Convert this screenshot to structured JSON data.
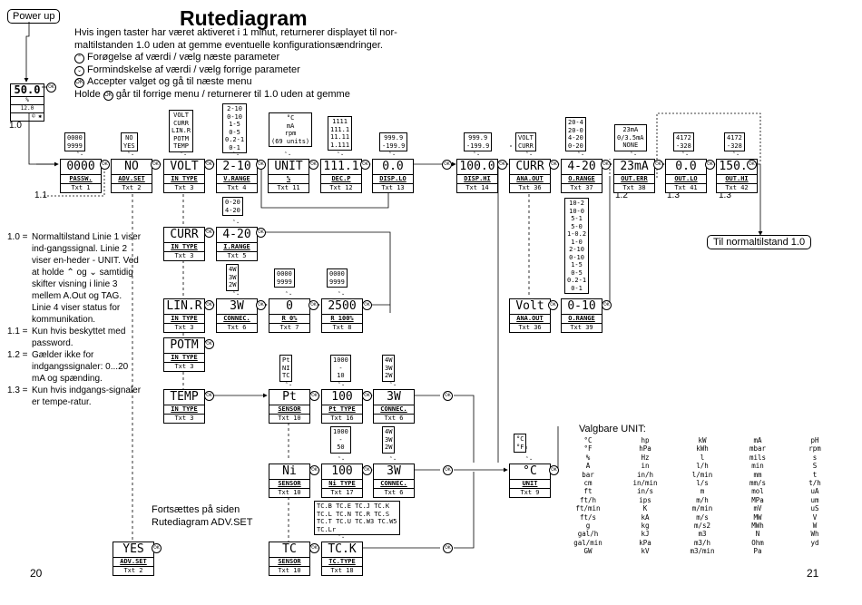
{
  "title": "Rutediagram",
  "intro": [
    "Hvis ingen taster har været aktiveret i 1 minut, returnerer displayet til nor-",
    "maltilstanden 1.0 uden at gemme eventuelle konfigurationsændringer.",
    "Forøgelse af værdi / vælg næste parameter",
    "Formindskelse af værdi / vælg forrige parameter",
    "Accepter valget og gå til næste menu",
    "Holde",
    "går til forrige menu / returnerer til 1.0 uden at gemme"
  ],
  "power_up": "Power up",
  "status_display": {
    "l1": "50.0",
    "l2": "%",
    "l3": "12.0",
    "l4": "© ✱"
  },
  "labels": {
    "s10": "1.0",
    "s11": "1.1",
    "s12": "1.2",
    "s13a": "1.3",
    "s13b": "1.3",
    "ok": "OK",
    "updn": "⌃⌄"
  },
  "notes": [
    {
      "k": "1.0 =",
      "t": "Normaltilstand Linie 1 viser ind-gangssignal. Linie 2 viser en-heder - UNIT. Ved at holde ⌃ og ⌄ samtidig skifter visning i linie 3 mellem A.Out og TAG. Linie 4 viser status for kommunikation."
    },
    {
      "k": "1.1 =",
      "t": "Kun hvis beskyttet med password."
    },
    {
      "k": "1.2 =",
      "t": "Gælder ikke for indgangssignaler: 0...20 mA og spænding."
    },
    {
      "k": "1.3 =",
      "t": "Kun hvis indgangs-signaler er tempe-ratur."
    }
  ],
  "to_normal": "Til normaltilstand 1.0",
  "continue_text": [
    "Fortsættes på siden",
    "Rutediagram ADV.SET"
  ],
  "page_left": "20",
  "page_right": "21",
  "menus": {
    "passw": {
      "l1": "0000",
      "l2": "PASSW.",
      "l3": "Txt 1"
    },
    "no": {
      "l1": "NO",
      "l2": "ADV.SET",
      "l3": "Txt 2"
    },
    "volt": {
      "l1": "VOLT",
      "l2": "IN TYPE",
      "l3": "Txt 3"
    },
    "vrange": {
      "l1": "2-10",
      "l2": "V.RANGE",
      "l3": "Txt 4"
    },
    "unit": {
      "l1": "UNIT",
      "l2": "%",
      "l3": "Txt 11"
    },
    "decp": {
      "l1": "111.1",
      "l2": "DEC.P",
      "l3": "Txt 12"
    },
    "displo": {
      "l1": "0.0",
      "l2": "DISP.LO",
      "l3": "Txt 13"
    },
    "disphi": {
      "l1": "100.0",
      "l2": "DISP.HI",
      "l3": "Txt 14"
    },
    "curr_out": {
      "l1": "CURR",
      "l2": "ANA.OUT",
      "l3": "Txt 36"
    },
    "orange": {
      "l1": "4-20",
      "l2": "O.RANGE",
      "l3": "Txt 37"
    },
    "outerr": {
      "l1": "23mA",
      "l2": "OUT.ERR",
      "l3": "Txt 38"
    },
    "outlo": {
      "l1": "0.0",
      "l2": "OUT.LO",
      "l3": "Txt 41"
    },
    "outhi": {
      "l1": "150.0",
      "l2": "OUT.HI",
      "l3": "Txt 42"
    },
    "curr_in": {
      "l1": "CURR",
      "l2": "IN TYPE",
      "l3": "Txt 3"
    },
    "irange": {
      "l1": "4-20",
      "l2": "I.RANGE",
      "l3": "Txt 5"
    },
    "linr": {
      "l1": "LIN.R",
      "l2": "IN TYPE",
      "l3": "Txt 3"
    },
    "connec6": {
      "l1": "3W",
      "l2": "CONNEC.",
      "l3": "Txt 6"
    },
    "r0": {
      "l1": "0",
      "l2": "R 0%",
      "l3": "Txt 7"
    },
    "r100": {
      "l1": "2500",
      "l2": "R 100%",
      "l3": "Txt 8"
    },
    "potm": {
      "l1": "POTM",
      "l2": "IN TYPE",
      "l3": "Txt 3"
    },
    "temp": {
      "l1": "TEMP",
      "l2": "IN TYPE",
      "l3": "Txt 3"
    },
    "pt": {
      "l1": "Pt",
      "l2": "SENSOR",
      "l3": "Txt 10"
    },
    "pt100": {
      "l1": "100",
      "l2": "Pt TYPE",
      "l3": "Txt 16"
    },
    "pt3w": {
      "l1": "3W",
      "l2": "CONNEC.",
      "l3": "Txt 6"
    },
    "volt_out": {
      "l1": "Volt",
      "l2": "ANA.OUT",
      "l3": "Txt 36"
    },
    "orange39": {
      "l1": "0-10",
      "l2": "O.RANGE",
      "l3": "Txt 39"
    },
    "ni": {
      "l1": "Ni",
      "l2": "SENSOR",
      "l3": "Txt 10"
    },
    "ni100": {
      "l1": "100",
      "l2": "Ni TYPE",
      "l3": "Txt 17"
    },
    "ni3w": {
      "l1": "3W",
      "l2": "CONNEC.",
      "l3": "Txt 6"
    },
    "degc": {
      "l1": "°C",
      "l2": "UNIT",
      "l3": "Txt 9"
    },
    "tc": {
      "l1": "TC",
      "l2": "SENSOR",
      "l3": "Txt 10"
    },
    "tck": {
      "l1": "TC.K",
      "l2": "TC.TYPE",
      "l3": "Txt 18"
    },
    "yes": {
      "l1": "YES",
      "l2": "ADV.SET",
      "l3": "Txt 2"
    }
  },
  "options": {
    "passw": "0000\n9999",
    "no": "NO\nYES",
    "volt": "VOLT\nCURR\nLIN.R\nPOTM\nTEMP",
    "vrange": "2-10\n0-10\n1-5\n0-5\n0.2-1\n0-1",
    "unit": "°C\nmA\nrpm\n(69 units)",
    "decp": "1111\n111.1\n11.11\n1.111",
    "displo": "999.9\n-199.9",
    "disphi": "999.9\n-199.9",
    "curr_out": "VOLT\nCURR",
    "orange": "20-4\n20-0\n4-20\n0-20",
    "outerr": "23mA\n0/3.5mA\nNONE",
    "outlo": "4172\n-328",
    "outhi": "4172\n-328",
    "irange": "0-20\n4-20",
    "connec6": "4W\n3W\n2W",
    "r0": "0000\n9999",
    "r100": "0000\n9999",
    "pt": "Pt\nNI\nTC",
    "pt100": "1000\n-\n10",
    "pt3w": "4W\n3W\n2W",
    "orange39": "10-2\n10-0\n5-1\n5-0\n1-0.2\n1-0\n2-10\n0-10\n1-5\n0-5\n0.2-1\n0-1",
    "ni100": "1000\n-\n50",
    "ni3w": "4W\n3W\n2W",
    "degc": "°C\n°F",
    "tck": "TC.B TC.E TC.J TC.K\nTC.L TC.N TC.R TC.S\nTC.T TC.U TC.W3 TC.W5\nTC.Lr"
  },
  "unit_title": "Valgbare UNIT:",
  "unit_columns": [
    [
      "°C",
      "°F",
      "%",
      "A",
      "bar",
      "cm",
      "ft",
      "ft/h",
      "ft/min",
      "ft/s",
      "g",
      "gal/h",
      "gal/min",
      "GW"
    ],
    [
      "hp",
      "hPa",
      "Hz",
      "in",
      "in/h",
      "in/min",
      "in/s",
      "ips",
      "K",
      "kA",
      "kg",
      "kJ",
      "kPa",
      "kV"
    ],
    [
      "kW",
      "kWh",
      "l",
      "l/h",
      "l/min",
      "l/s",
      "m",
      "m/h",
      "m/min",
      "m/s",
      "m/s2",
      "m3",
      "m3/h",
      "m3/min"
    ],
    [
      "mA",
      "mbar",
      "mils",
      "min",
      "mm",
      "mm/s",
      "mol",
      "MPa",
      "mV",
      "MW",
      "MWh",
      "N",
      "Ohm",
      "Pa"
    ],
    [
      "pH",
      "rpm",
      "s",
      "S",
      "t",
      "t/h",
      "uA",
      "um",
      "uS",
      "V",
      "W",
      "Wh",
      "yd",
      ""
    ]
  ]
}
